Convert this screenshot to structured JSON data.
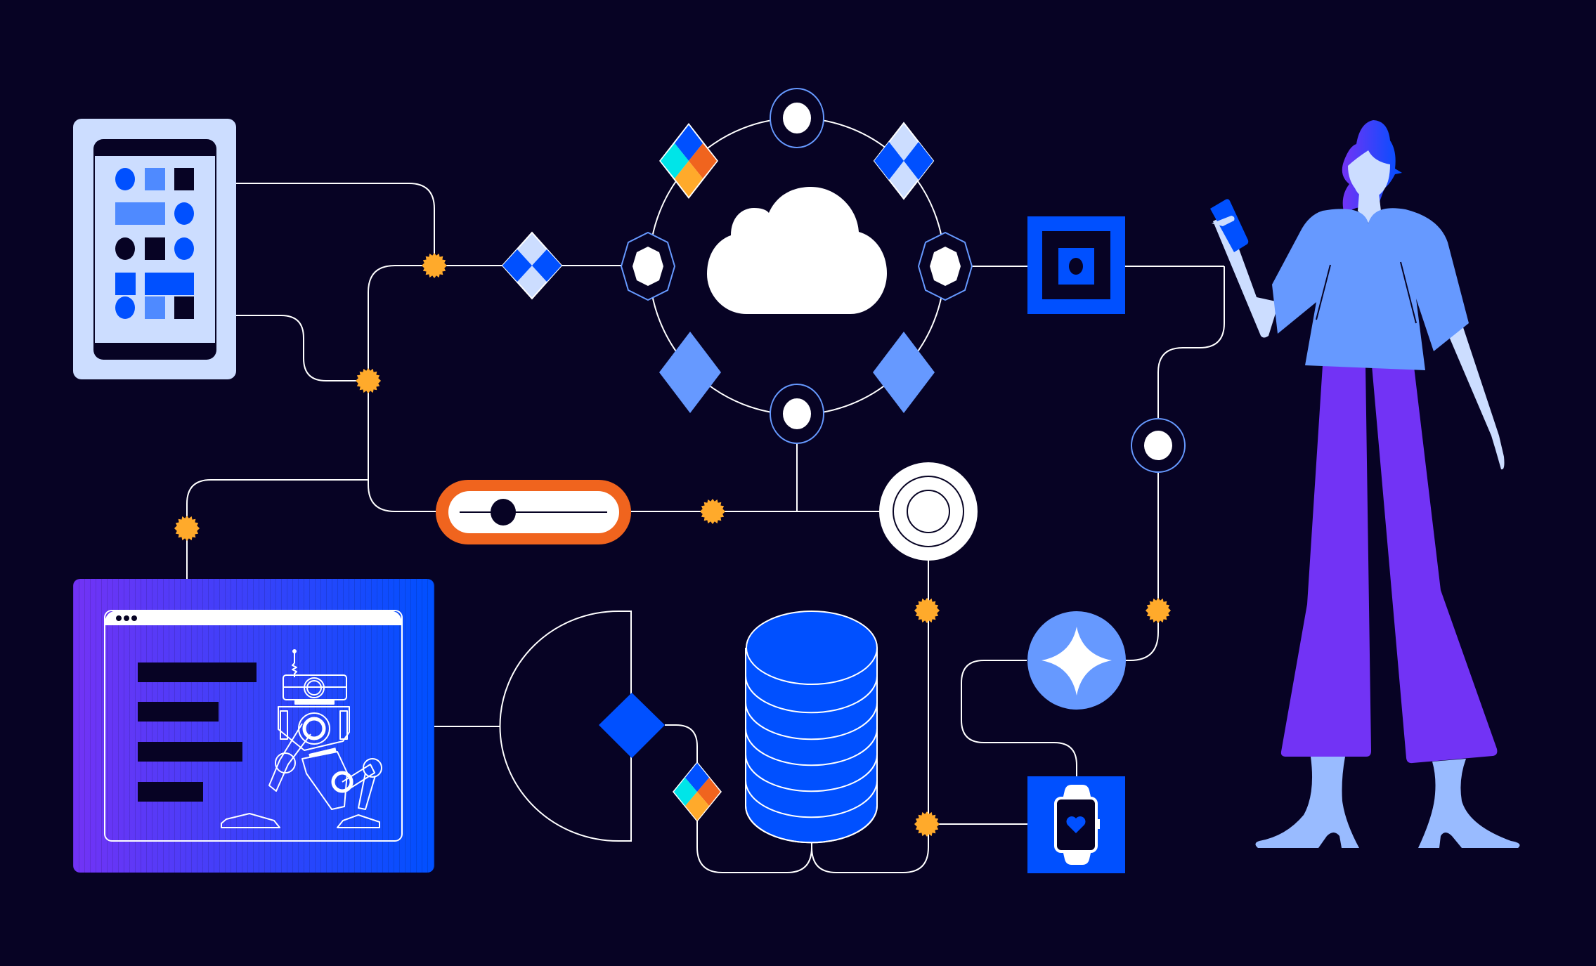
{
  "illustration": {
    "title": "Connected devices and cloud network illustration",
    "background_color": "#070324",
    "palette": {
      "wire": "#FFFFFF",
      "node_orange": "#FFAA2B",
      "brand_blue": "#0050FF",
      "mid_blue": "#6699FF",
      "pale_blue": "#CCDDFF",
      "purple": "#7233F5",
      "orange": "#F0641E",
      "cyan": "#00E5E8",
      "dark": "#070324"
    },
    "elements": [
      {
        "id": "mobile-app-screen",
        "label": "Mobile app screen"
      },
      {
        "id": "cloud-hub",
        "label": "Cloud"
      },
      {
        "id": "cloud-ring-nodes",
        "count": 4
      },
      {
        "id": "cloud-ring-diamonds",
        "count": 4
      },
      {
        "id": "slider-control",
        "label": "Slider"
      },
      {
        "id": "target-button",
        "label": "Target"
      },
      {
        "id": "qr-square",
        "label": "Square marker"
      },
      {
        "id": "browser-window-robot",
        "label": "Browser window with walking robot"
      },
      {
        "id": "database",
        "label": "Database",
        "layers": 6
      },
      {
        "id": "sparkle-ai",
        "label": "Sparkle"
      },
      {
        "id": "smartwatch",
        "label": "Smartwatch with heart"
      },
      {
        "id": "woman-with-phone",
        "label": "Person holding phone"
      }
    ],
    "junction_dot_count": 7,
    "browser_window": {
      "dots": 3,
      "text_lines": 4
    }
  }
}
